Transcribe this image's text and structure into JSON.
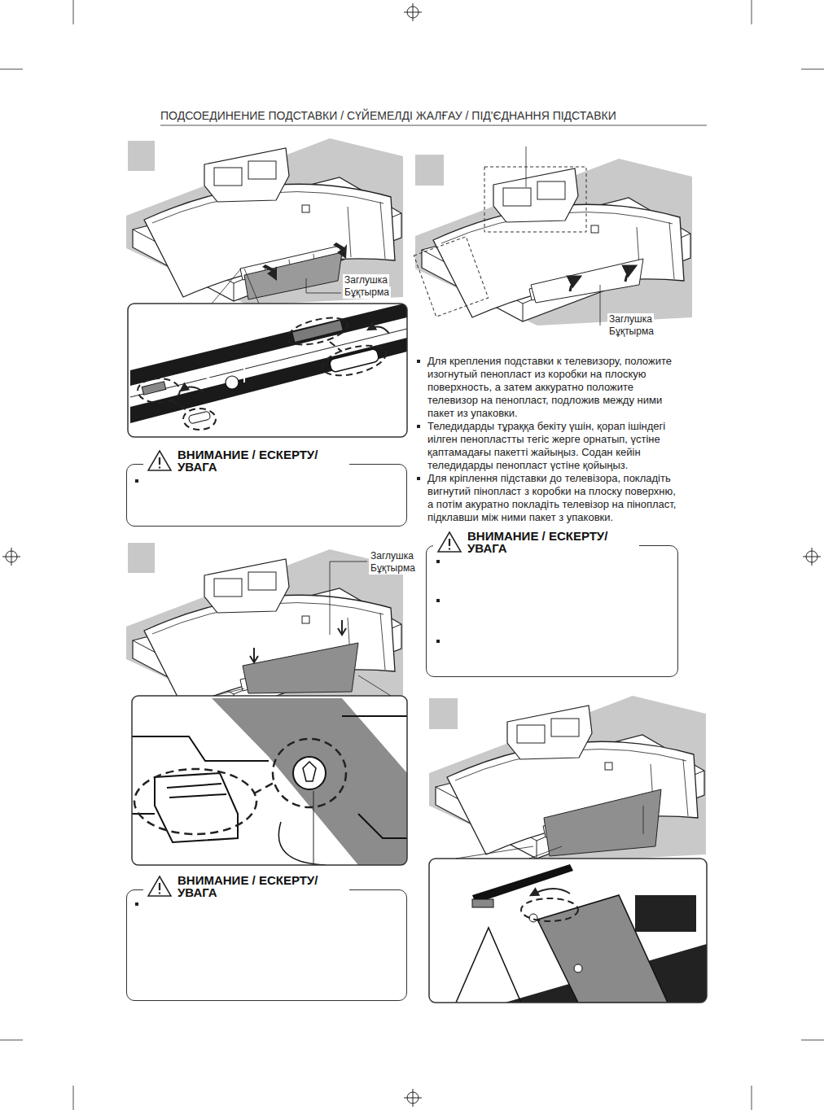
{
  "diagram": {
    "title": "ПОДСОЕДИНЕНИЕ ПОДСТАВКИ / СҮЙЕМЕЛДІ ЖАЛҒАУ / ПІД'ЄДНАННЯ ПІДСТАВКИ",
    "nodes": [
      {
        "text": [
          "ВНИМАНИЕ / ЕСКЕРТУ/ УВАГА"
        ]
      },
      {
        "text": [
          "ВНИМАНИЕ / ЕСКЕРТУ/ УВАГА"
        ]
      },
      {
        "text": [
          "ВНИМАНИЕ / ЕСКЕРТУ/ УВАГА"
        ]
      }
    ],
    "labels": [
      "Заглушка",
      "Бұқтырма",
      "Заглушка",
      "Бұқтырма",
      "Для крепления подставки к телевизору, положите изогнутый пенопласт из коробки на плоскую поверхность, а затем аккуратно положите телевизор на пенопласт, подложив между ними пакет из упаковки.",
      "Теледидарды тұраққа бекіту үшін, қорап ішіндегі иілген пенопластты тегіс жерге орнатып, үстіне қаптамадағы пакетті жайыңыз. Содан кейін теледидарды пенопласт үстіне қойыңыз.",
      "Для кріплення підставки до телевізора, покладіть вигнутий пінопласт з коробки на плоску поверхню, а потім акуратно покладіть телевізор на пінопласт, підклавши між ними пакет з упаковки.",
      "Заглушка",
      "Бұқтырма"
    ]
  }
}
